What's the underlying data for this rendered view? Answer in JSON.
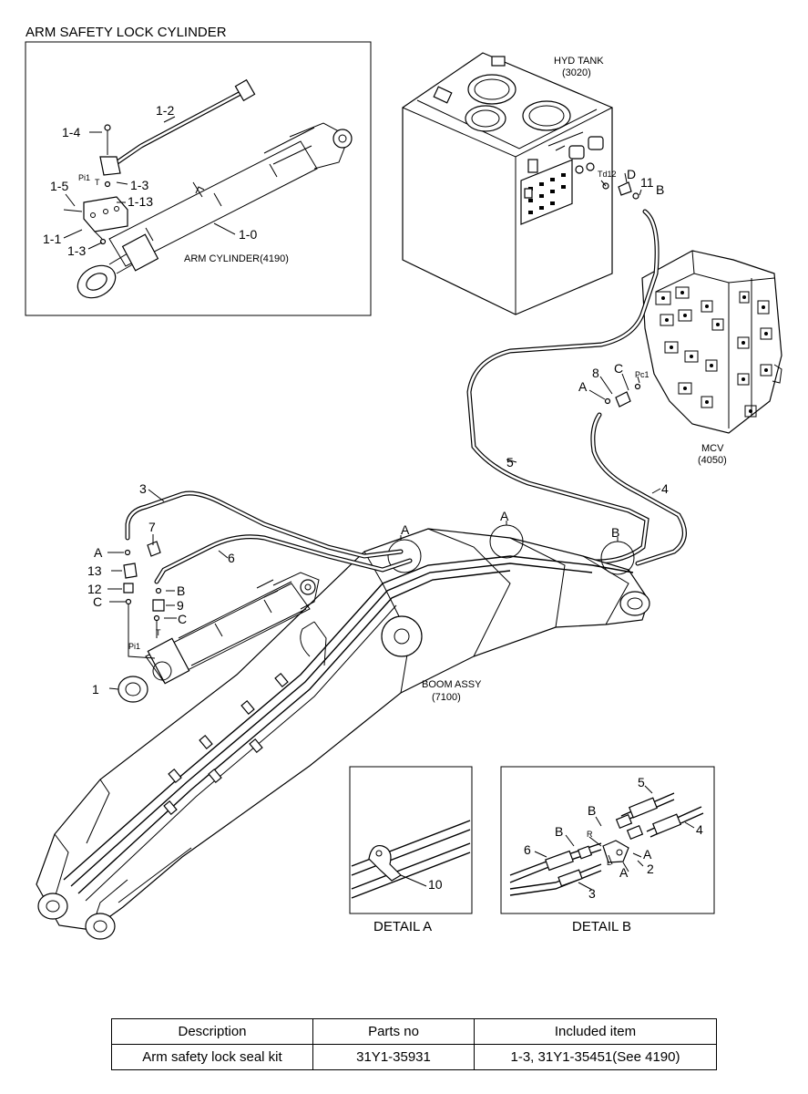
{
  "title": "ARM SAFETY LOCK CYLINDER",
  "inset_labels": {
    "l_1_2": "1-2",
    "l_1_4": "1-4",
    "l_1_3a": "1-3",
    "l_1_5": "1-5",
    "l_pi1": "Pi1",
    "l_t": "T",
    "l_1_13": "1-13",
    "l_1_1": "1-1",
    "l_1_3b": "1-3",
    "l_1_0": "1-0",
    "arm_cylinder": "ARM CYLINDER(4190)"
  },
  "tank": {
    "name": "HYD TANK",
    "code": "(3020)",
    "td12": "Td12",
    "d": "D",
    "n11": "11",
    "b": "B"
  },
  "mcv": {
    "name": "MCV",
    "code": "(4050)",
    "a": "A",
    "n8": "8",
    "c": "C",
    "pc1": "Pc1"
  },
  "hoses": {
    "n5": "5",
    "n4": "4",
    "n3": "3",
    "n6": "6"
  },
  "cyl_labels": {
    "n7": "7",
    "a": "A",
    "n13": "13",
    "n12": "12",
    "c1": "C",
    "b": "B",
    "n9": "9",
    "c2": "C",
    "t": "T",
    "pi1": "Pi1",
    "n1": "1"
  },
  "boom": {
    "a1": "A",
    "a2": "A",
    "b": "B",
    "name": "BOOM ASSY",
    "code": "(7100)"
  },
  "detail_a": {
    "n10": "10",
    "caption": "DETAIL  A"
  },
  "detail_b": {
    "n5": "5",
    "n4": "4",
    "b1": "B",
    "b2": "B",
    "r": "R",
    "l": "L",
    "a1": "A",
    "a2": "A",
    "n2": "2",
    "n6": "6",
    "n3": "3",
    "caption": "DETAIL  B"
  },
  "kit_table": {
    "headers": [
      "Description",
      "Parts no",
      "Included item"
    ],
    "row": [
      "Arm safety lock seal kit",
      "31Y1-35931",
      "1-3, 31Y1-35451(See 4190)"
    ]
  }
}
